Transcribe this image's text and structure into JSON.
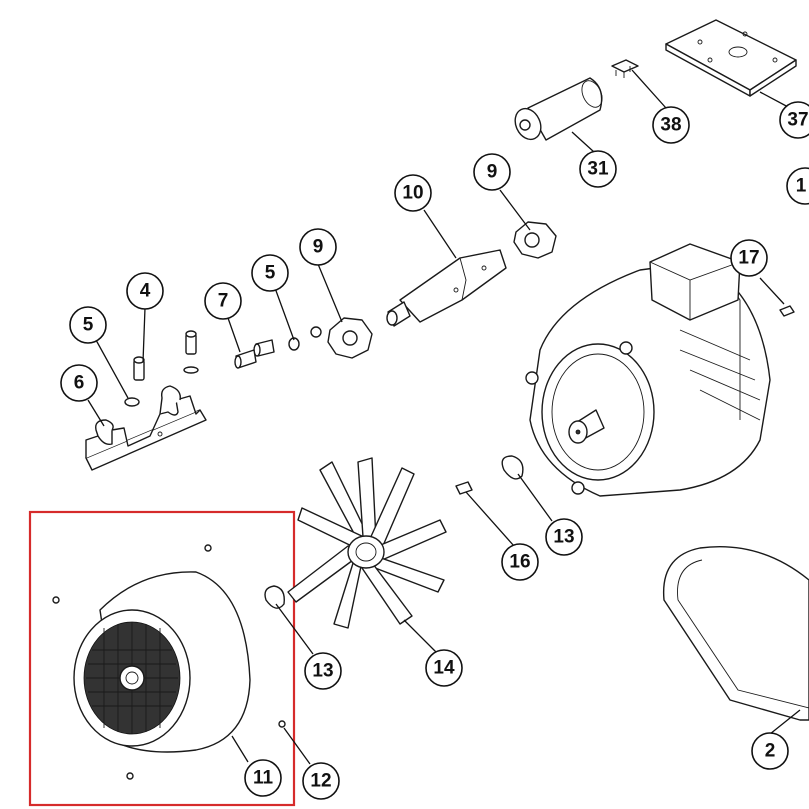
{
  "callouts": {
    "c2": "2",
    "c4": "4",
    "c5a": "5",
    "c5b": "5",
    "c6": "6",
    "c7": "7",
    "c9a": "9",
    "c9b": "9",
    "c10": "10",
    "c11": "11",
    "c12": "12",
    "c13a": "13",
    "c13b": "13",
    "c14": "14",
    "c16": "16",
    "c17": "17",
    "c31": "31",
    "c37": "37",
    "c38": "38",
    "c1x": "1"
  },
  "colors": {
    "highlight": "#d62b2b",
    "ink": "#111111"
  }
}
